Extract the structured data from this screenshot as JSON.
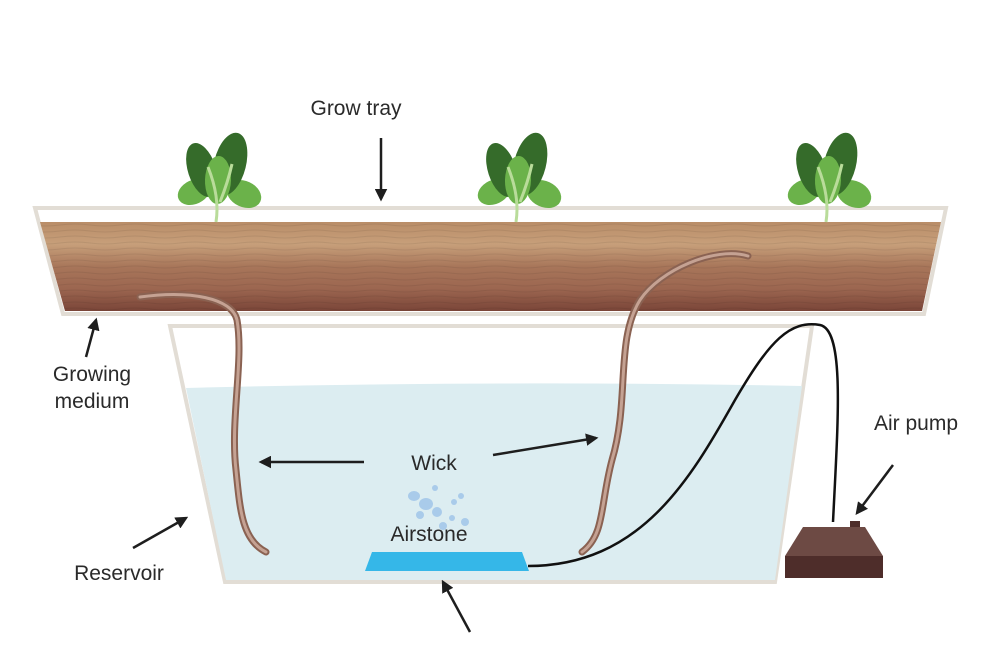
{
  "labels": {
    "grow_tray": "Grow tray",
    "growing_medium_line1": "Growing",
    "growing_medium_line2": "medium",
    "wick": "Wick",
    "airstone": "Airstone",
    "air_pump": "Air pump",
    "reservoir": "Reservoir"
  },
  "colors": {
    "tray_outline": "#e2ddd5",
    "water": "#dcedf1",
    "airstone": "#35b7e8",
    "wick": "#a07766",
    "pump_top": "#6d4a44",
    "pump_body": "#4e2d2a",
    "tube": "#111111",
    "leaf_dark": "#356b2a",
    "leaf_light": "#6bb24a",
    "stem": "#b9dc9a",
    "bubbles": "#a9cbea"
  },
  "icons": [
    "plant-icon",
    "air-pump-icon",
    "airstone-icon",
    "bubbles-icon"
  ]
}
